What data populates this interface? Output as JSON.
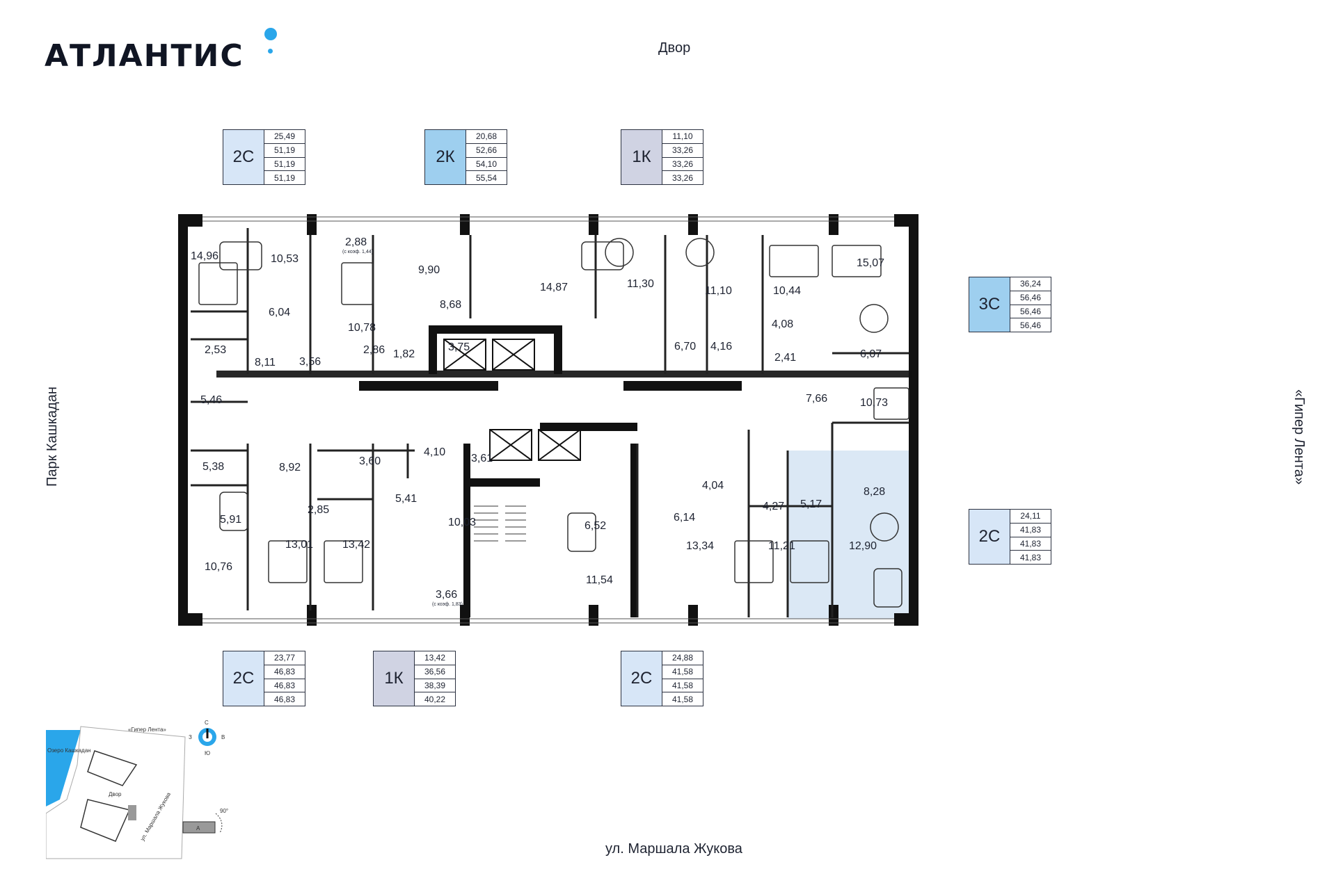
{
  "brand": {
    "name": "АТЛАНТИС",
    "accent": "#2aa6ea"
  },
  "streets": {
    "top": "Двор",
    "bottom": "ул. Маршала Жукова",
    "left": "Парк Кашкадан",
    "right": "«Гипер Лента»"
  },
  "legends": [
    {
      "type": "2С",
      "color": "#d7e6f7",
      "values": [
        "25,49",
        "51,19",
        "51,19",
        "51,19"
      ]
    },
    {
      "type": "2К",
      "color": "#9ecfef",
      "values": [
        "20,68",
        "52,66",
        "54,10",
        "55,54"
      ]
    },
    {
      "type": "1К",
      "color": "#d0d3e3",
      "values": [
        "11,10",
        "33,26",
        "33,26",
        "33,26"
      ]
    },
    {
      "type": "3С",
      "color": "#9ecfef",
      "values": [
        "36,24",
        "56,46",
        "56,46",
        "56,46"
      ]
    },
    {
      "type": "2С",
      "color": "#d7e6f7",
      "values": [
        "24,11",
        "41,83",
        "41,83",
        "41,83"
      ]
    },
    {
      "type": "2С",
      "color": "#d7e6f7",
      "values": [
        "23,77",
        "46,83",
        "46,83",
        "46,83"
      ]
    },
    {
      "type": "1К",
      "color": "#d0d3e3",
      "values": [
        "13,42",
        "36,56",
        "38,39",
        "40,22"
      ]
    },
    {
      "type": "2С",
      "color": "#d7e6f7",
      "values": [
        "24,88",
        "41,58",
        "41,58",
        "41,58"
      ]
    }
  ],
  "rooms": [
    "14,96",
    "10,53",
    "2,88",
    "9,90",
    "14,87",
    "11,30",
    "11,10",
    "10,44",
    "15,07",
    "6,04",
    "10,78",
    "8,68",
    "2,53",
    "8,11",
    "3,56",
    "2,86",
    "1,82",
    "3,75",
    "6,70",
    "4,16",
    "4,08",
    "2,41",
    "6,07",
    "5,46",
    "7,66",
    "10,73",
    "5,38",
    "8,92",
    "3,60",
    "4,10",
    "3,61",
    "4,04",
    "5,17",
    "8,28",
    "4,27",
    "5,91",
    "2,85",
    "5,41",
    "10,03",
    "6,52",
    "6,14",
    "10,76",
    "13,01",
    "13,42",
    "11,54",
    "13,34",
    "11,21",
    "12,90",
    "3,66"
  ],
  "room_notes": [
    "(с коэф. 1,44)",
    "(с коэф. 1,83)"
  ],
  "highlight_color": "#dbe8f5",
  "compass": {
    "n": "С",
    "s": "Ю",
    "w": "З",
    "e": "В",
    "angle": "90°",
    "section": "А"
  },
  "site_map": {
    "lake": "Озеро Кашкадан",
    "hyper": "«Гипер Лента»",
    "yard": "Двор",
    "street": "ул. Маршала Жукова"
  }
}
